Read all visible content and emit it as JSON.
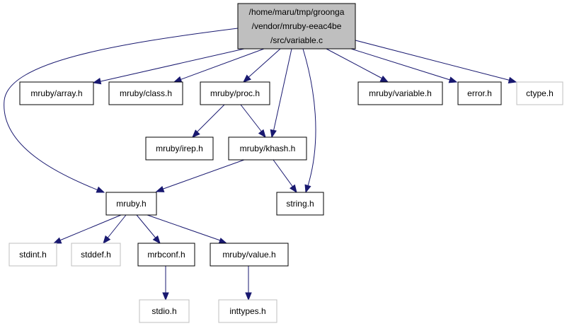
{
  "diagram": {
    "type": "include-dependency-graph",
    "colors": {
      "edge": "#191970",
      "root_fill": "#bfbfbf",
      "root_border": "#000000",
      "documented_border": "#000000",
      "external_border": "#bfbfbf",
      "external_text": "#000000"
    },
    "nodes": [
      {
        "id": "variable_c",
        "name": "variable-c-node",
        "kind": "root",
        "lines": [
          "/home/maru/tmp/groonga",
          "/vendor/mruby-eeac4be",
          "/src/variable.c"
        ]
      },
      {
        "id": "array_h",
        "name": "array-h-node",
        "kind": "documented",
        "lines": [
          "mruby/array.h"
        ]
      },
      {
        "id": "class_h",
        "name": "class-h-node",
        "kind": "documented",
        "lines": [
          "mruby/class.h"
        ]
      },
      {
        "id": "proc_h",
        "name": "proc-h-node",
        "kind": "documented",
        "lines": [
          "mruby/proc.h"
        ]
      },
      {
        "id": "variable_h",
        "name": "variable-h-node",
        "kind": "documented",
        "lines": [
          "mruby/variable.h"
        ]
      },
      {
        "id": "error_h",
        "name": "error-h-node",
        "kind": "documented",
        "lines": [
          "error.h"
        ]
      },
      {
        "id": "ctype_h",
        "name": "ctype-h-node",
        "kind": "external",
        "lines": [
          "ctype.h"
        ]
      },
      {
        "id": "irep_h",
        "name": "irep-h-node",
        "kind": "documented",
        "lines": [
          "mruby/irep.h"
        ]
      },
      {
        "id": "khash_h",
        "name": "khash-h-node",
        "kind": "documented",
        "lines": [
          "mruby/khash.h"
        ]
      },
      {
        "id": "mruby_h",
        "name": "mruby-h-node",
        "kind": "documented",
        "lines": [
          "mruby.h"
        ]
      },
      {
        "id": "string_h",
        "name": "string-h-node",
        "kind": "documented",
        "lines": [
          "string.h"
        ]
      },
      {
        "id": "stdint_h",
        "name": "stdint-h-node",
        "kind": "external",
        "lines": [
          "stdint.h"
        ]
      },
      {
        "id": "stddef_h",
        "name": "stddef-h-node",
        "kind": "external",
        "lines": [
          "stddef.h"
        ]
      },
      {
        "id": "mrbconf_h",
        "name": "mrbconf-h-node",
        "kind": "documented",
        "lines": [
          "mrbconf.h"
        ]
      },
      {
        "id": "value_h",
        "name": "value-h-node",
        "kind": "documented",
        "lines": [
          "mruby/value.h"
        ]
      },
      {
        "id": "stdio_h",
        "name": "stdio-h-node",
        "kind": "external",
        "lines": [
          "stdio.h"
        ]
      },
      {
        "id": "inttypes_h",
        "name": "inttypes-h-node",
        "kind": "external",
        "lines": [
          "inttypes.h"
        ]
      }
    ],
    "edges": [
      {
        "from": "variable_c",
        "to": "mruby_h"
      },
      {
        "from": "variable_c",
        "to": "array_h"
      },
      {
        "from": "variable_c",
        "to": "class_h"
      },
      {
        "from": "variable_c",
        "to": "proc_h"
      },
      {
        "from": "variable_c",
        "to": "khash_h"
      },
      {
        "from": "variable_c",
        "to": "string_h"
      },
      {
        "from": "variable_c",
        "to": "variable_h"
      },
      {
        "from": "variable_c",
        "to": "error_h"
      },
      {
        "from": "variable_c",
        "to": "ctype_h"
      },
      {
        "from": "proc_h",
        "to": "irep_h"
      },
      {
        "from": "proc_h",
        "to": "khash_h"
      },
      {
        "from": "khash_h",
        "to": "mruby_h"
      },
      {
        "from": "khash_h",
        "to": "string_h"
      },
      {
        "from": "mruby_h",
        "to": "stdint_h"
      },
      {
        "from": "mruby_h",
        "to": "stddef_h"
      },
      {
        "from": "mruby_h",
        "to": "mrbconf_h"
      },
      {
        "from": "mruby_h",
        "to": "value_h"
      },
      {
        "from": "mrbconf_h",
        "to": "stdio_h"
      },
      {
        "from": "value_h",
        "to": "inttypes_h"
      }
    ]
  }
}
